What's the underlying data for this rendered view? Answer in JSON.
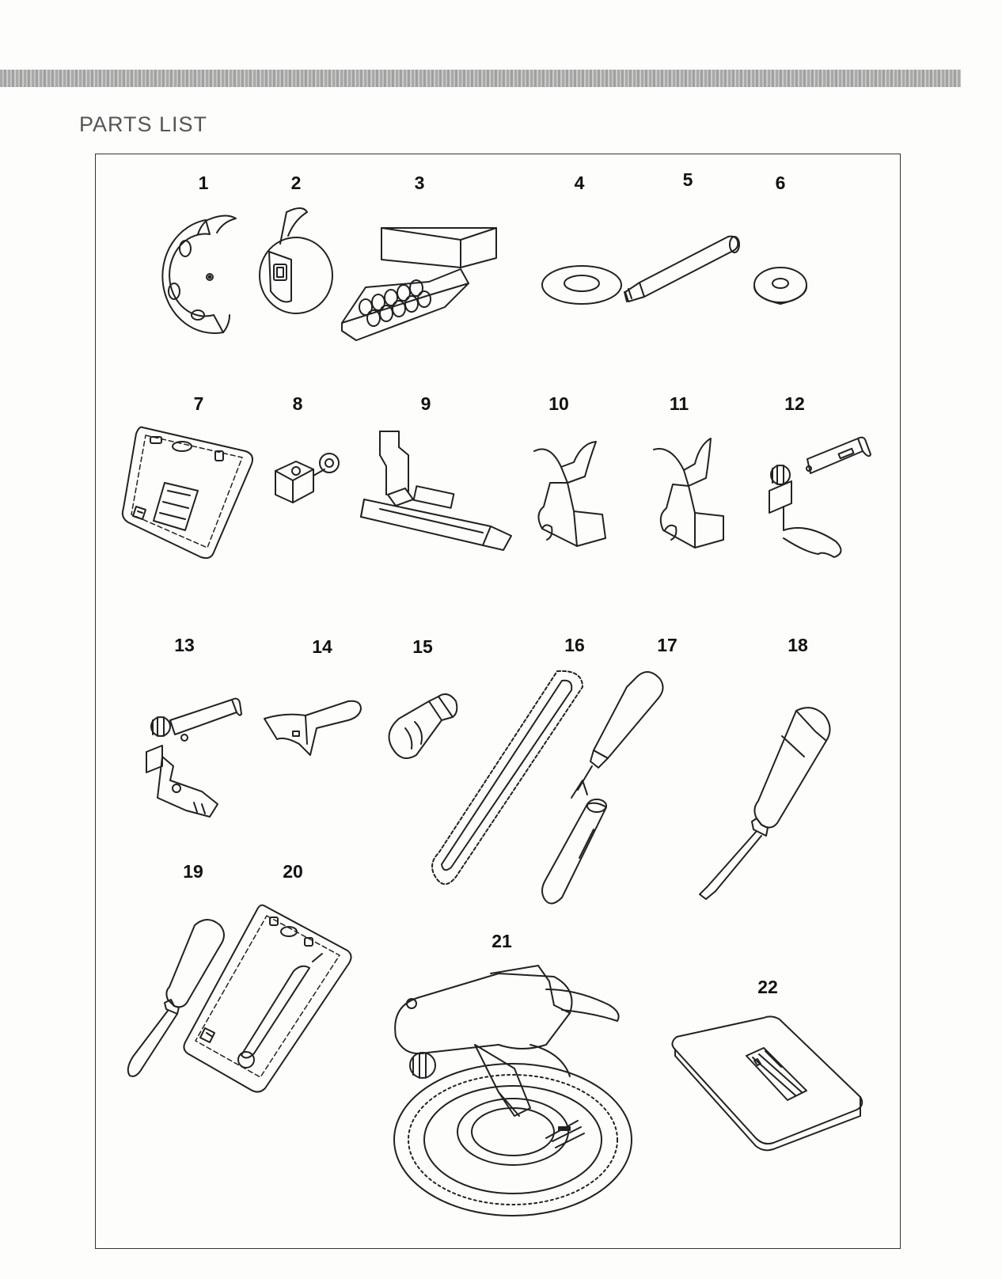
{
  "page": {
    "title": "PARTS LIST"
  },
  "parts": [
    {
      "number": "1",
      "icon": "shuttle-hook-icon"
    },
    {
      "number": "2",
      "icon": "bobbin-case-icon"
    },
    {
      "number": "3",
      "icon": "bobbin-box-icon"
    },
    {
      "number": "4",
      "icon": "spool-felt-icon"
    },
    {
      "number": "5",
      "icon": "spool-pin-icon"
    },
    {
      "number": "6",
      "icon": "washer-icon"
    },
    {
      "number": "7",
      "icon": "needle-pack-icon"
    },
    {
      "number": "8",
      "icon": "screw-block-icon"
    },
    {
      "number": "9",
      "icon": "buttonhole-foot-icon"
    },
    {
      "number": "10",
      "icon": "presser-foot-icon"
    },
    {
      "number": "11",
      "icon": "presser-foot-alt-icon"
    },
    {
      "number": "12",
      "icon": "zipper-foot-icon"
    },
    {
      "number": "13",
      "icon": "cording-foot-icon"
    },
    {
      "number": "14",
      "icon": "foot-attachment-icon"
    },
    {
      "number": "15",
      "icon": "light-bulb-icon"
    },
    {
      "number": "16",
      "icon": "drive-belt-icon"
    },
    {
      "number": "17",
      "icon": "seam-ripper-icon"
    },
    {
      "number": "18",
      "icon": "screwdriver-large-icon"
    },
    {
      "number": "19",
      "icon": "screwdriver-small-icon"
    },
    {
      "number": "20",
      "icon": "twin-needle-pack-icon"
    },
    {
      "number": "21",
      "icon": "circular-attachment-icon"
    },
    {
      "number": "22",
      "icon": "needle-plate-icon"
    }
  ]
}
